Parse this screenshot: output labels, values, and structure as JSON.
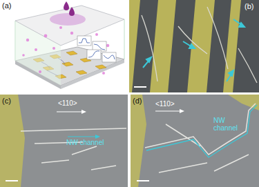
{
  "diagram": {
    "nodes": [
      {
        "text": [
          "(a)"
        ]
      },
      {
        "text": [
          "(b)"
        ]
      },
      {
        "text": [
          "(c)",
          "<110>",
          "NW channel"
        ]
      },
      {
        "text": [
          "(d)",
          "<110>",
          "NW channel"
        ]
      }
    ]
  }
}
